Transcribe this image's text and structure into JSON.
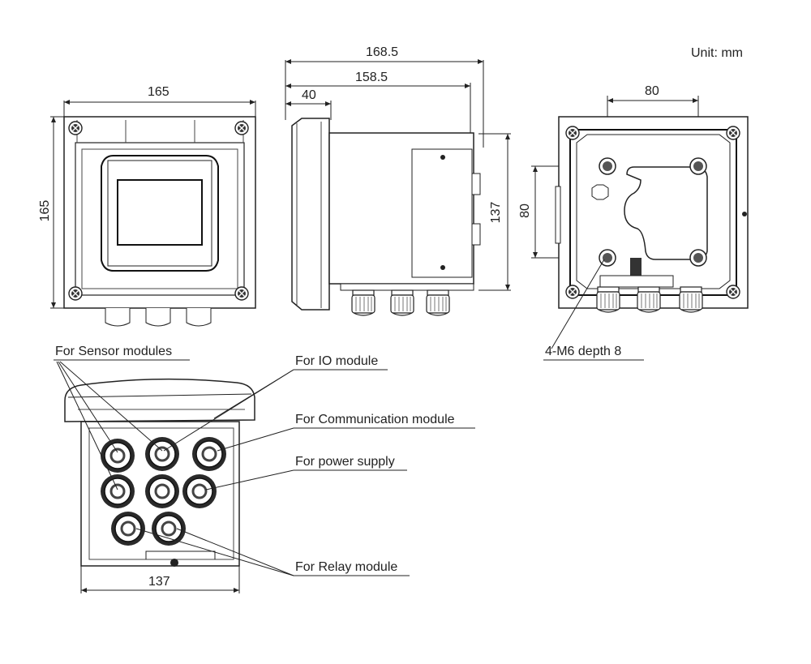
{
  "unit_label": "Unit: mm",
  "front_view": {
    "width": "165",
    "height": "165"
  },
  "side_view": {
    "overall_depth": "168.5",
    "body_depth": "158.5",
    "bezel_depth": "40",
    "height": "137"
  },
  "rear_view": {
    "hole_spacing_h": "80",
    "hole_spacing_v": "80",
    "mount_note": "4-M6 depth 8"
  },
  "bottom_view": {
    "width": "137",
    "callouts": {
      "sensor": "For Sensor modules",
      "io": "For IO module",
      "communication": "For Communication module",
      "power": "For power supply",
      "relay": "For Relay module"
    }
  }
}
